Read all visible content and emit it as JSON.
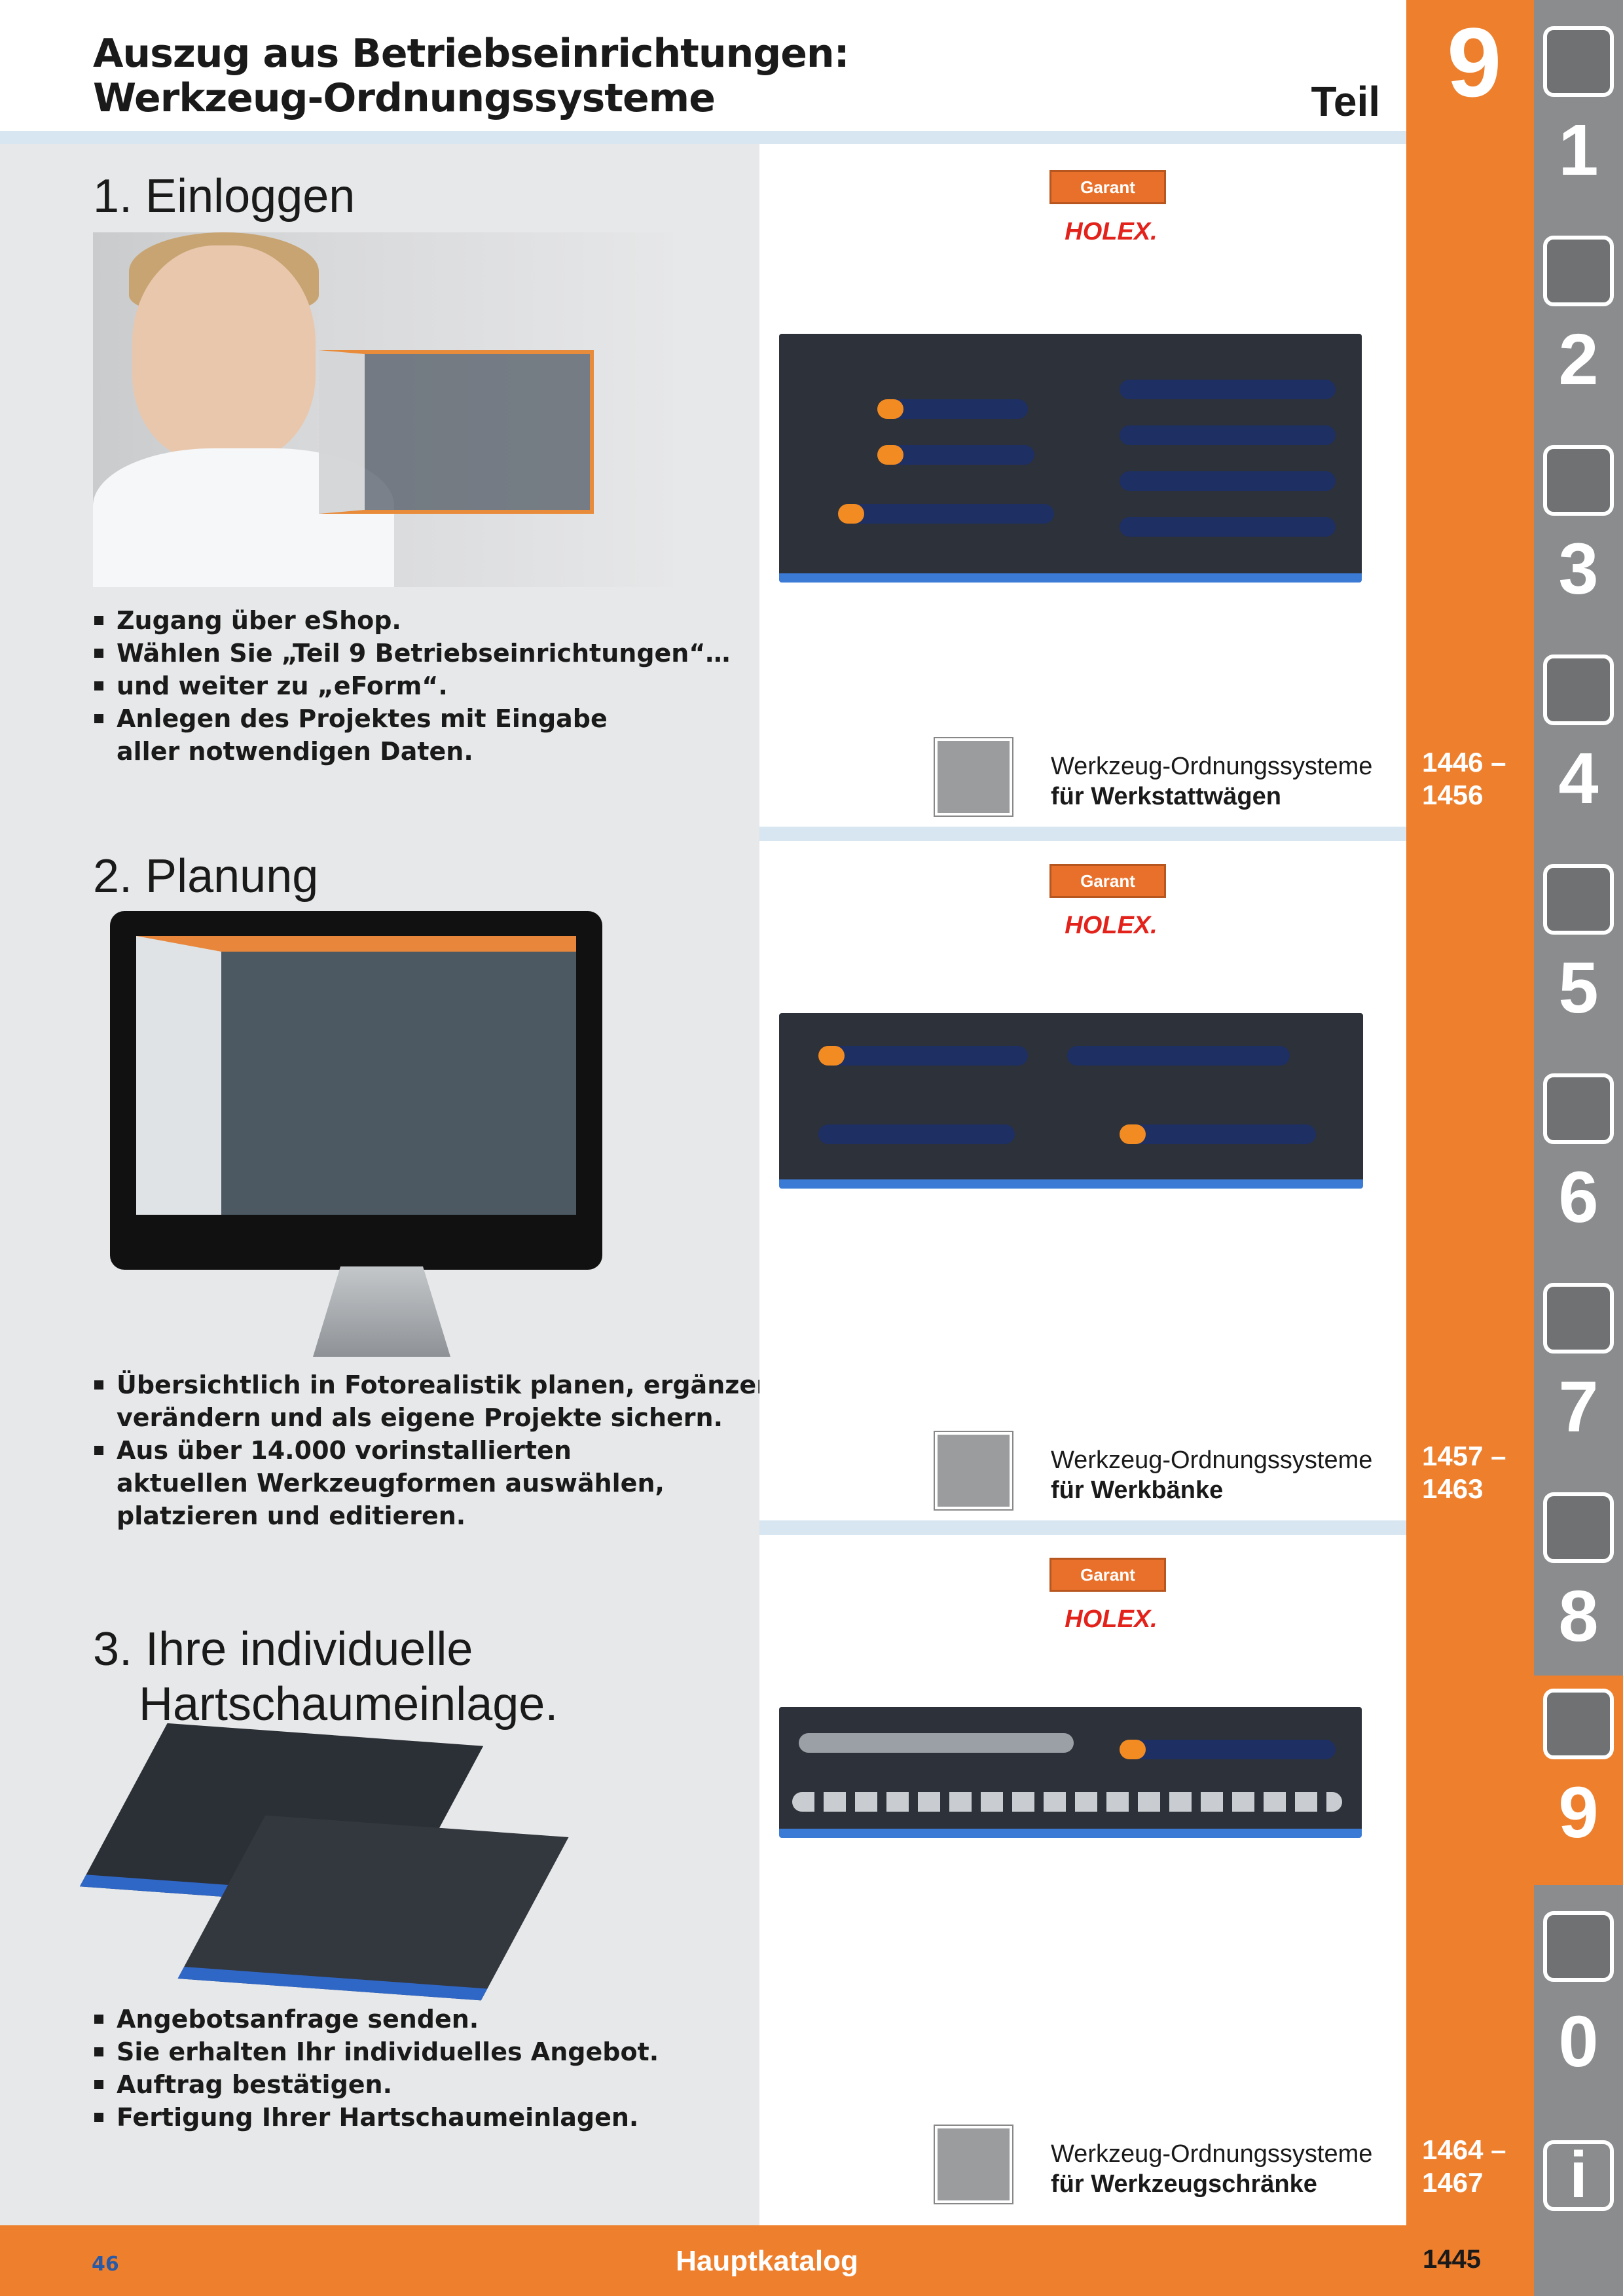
{
  "header": {
    "title_line1": "Auszug aus Betriebseinrichtungen:",
    "title_line2": "Werkzeug-Ordnungssysteme",
    "teil_label": "Teil",
    "part_number": "9"
  },
  "steps": [
    {
      "heading": "1. Einloggen",
      "bullets": [
        "Zugang über eShop.",
        "Wählen Sie „Teil 9 Betriebseinrichtungen“…",
        "und weiter zu „eForm“.",
        "Anlegen des Projektes mit Eingabe\naller notwendigen Daten."
      ]
    },
    {
      "heading": "2. Planung",
      "bullets": [
        "Übersichtlich in Fotorealistik planen, ergänzen,\nverändern und als eigene Projekte sichern.",
        "Aus über 14.000 vorinstallierten\naktuellen Werkzeugformen auswählen,\nplatzieren und editieren."
      ]
    },
    {
      "heading_line1": "3. Ihre individuelle",
      "heading_line2": "Hartschaumeinlage.",
      "bullets": [
        "Angebotsanfrage senden.",
        "Sie erhalten Ihr individuelles Angebot.",
        "Auftrag bestätigen.",
        "Fertigung Ihrer Hartschaumeinlagen."
      ]
    }
  ],
  "brands": {
    "garant": "Garant",
    "holex": "HOLEX."
  },
  "categories": [
    {
      "line1": "Werkzeug-Ordnungssysteme",
      "line2": "für Werkstattwägen",
      "range_start": "1446 –",
      "range_end": "1456",
      "icon": "workshop-trolley-icon"
    },
    {
      "line1": "Werkzeug-Ordnungssysteme",
      "line2": "für Werkbänke",
      "range_start": "1457 –",
      "range_end": "1463",
      "icon": "workbench-icon"
    },
    {
      "line1": "Werkzeug-Ordnungssysteme",
      "line2": "für Werkzeugschränke",
      "range_start": "1464 –",
      "range_end": "1467",
      "icon": "tool-cabinet-icon"
    }
  ],
  "tabs": [
    {
      "num": "1",
      "icon": "drill-icon"
    },
    {
      "num": "2",
      "icon": "insert-icon"
    },
    {
      "num": "3",
      "icon": "chuck-icon"
    },
    {
      "num": "4",
      "icon": "caliper-icon"
    },
    {
      "num": "5",
      "icon": "grinding-disc-icon"
    },
    {
      "num": "6",
      "icon": "wrench-icon"
    },
    {
      "num": "7",
      "icon": "pliers-icon"
    },
    {
      "num": "8",
      "icon": "power-tools-icon"
    },
    {
      "num": "9",
      "icon": "cabinet-icon",
      "active": true
    },
    {
      "num": "0",
      "icon": "safety-glasses-icon"
    },
    {
      "num": "i",
      "icon": "info-icon"
    }
  ],
  "footer": {
    "left": "46",
    "center": "Hauptkatalog",
    "right": "1445"
  },
  "colors": {
    "orange": "#ee7f2d",
    "tab_gray": "#8a8c8e",
    "panel_gray": "#e7e8e9",
    "rule_blue": "#d7e6f1",
    "foam_blue": "#3b7bd6"
  }
}
